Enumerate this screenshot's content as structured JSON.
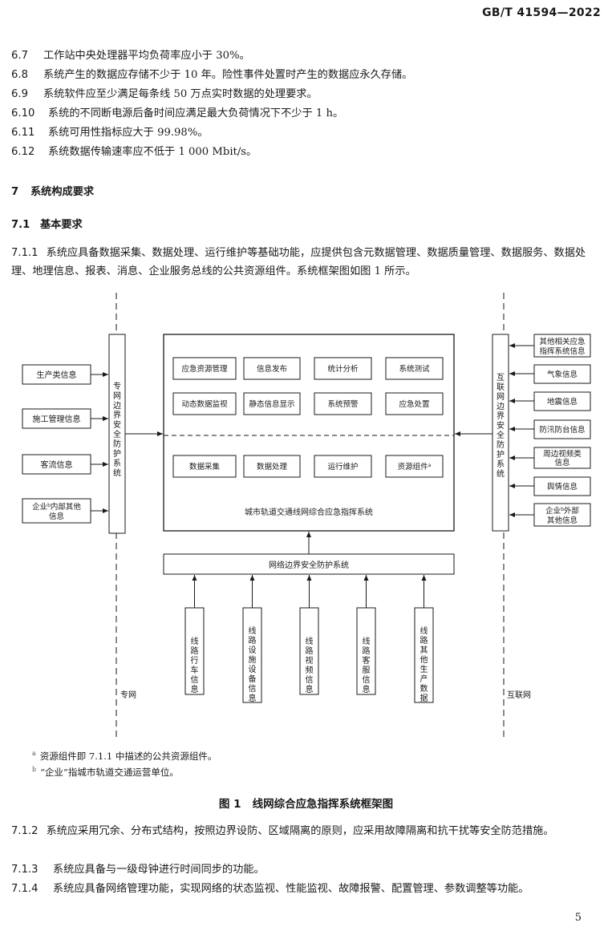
{
  "header": {
    "standard_code": "GB/T 41594—2022"
  },
  "clauses_top": [
    {
      "num": "6.7",
      "text": "工作站中央处理器平均负荷率应小于 30%。"
    },
    {
      "num": "6.8",
      "text": "系统产生的数据应存储不少于 10 年。险性事件处置时产生的数据应永久存储。"
    },
    {
      "num": "6.9",
      "text": "系统软件应至少满足每条线 50 万点实时数据的处理要求。"
    },
    {
      "num": "6.10",
      "text": "系统的不同断电源后备时间应满足最大负荷情况下不少于 1 h。"
    },
    {
      "num": "6.11",
      "text": "系统可用性指标应大于 99.98%。"
    },
    {
      "num": "6.12",
      "text": "系统数据传输速率应不低于 1 000 Mbit/s。"
    }
  ],
  "section7": {
    "num": "7",
    "title": "系统构成要求"
  },
  "section71": {
    "num": "7.1",
    "title": "基本要求"
  },
  "clause_711": {
    "num": "7.1.1",
    "text": "系统应具备数据采集、数据处理、运行维护等基础功能，应提供包含元数据管理、数据质量管理、数据服务、数据处理、地理信息、报表、消息、企业服务总线的公共资源组件。系统框架图如图 1 所示。"
  },
  "figure": {
    "left_inputs": [
      "生产类信息",
      "施工管理信息",
      "客流信息",
      "企业",
      "内部其他",
      "信息"
    ],
    "left_input_sup": "b",
    "left_gateway": [
      "专",
      "网",
      "边",
      "界",
      "安",
      "全",
      "防",
      "护",
      "系",
      "统"
    ],
    "right_gateway": [
      "互",
      "联",
      "网",
      "边",
      "界",
      "安",
      "全",
      "防",
      "护",
      "系",
      "统"
    ],
    "right_inputs": [
      [
        "其他相关应急",
        "指挥系统信息"
      ],
      [
        "气象信息"
      ],
      [
        "地震信息"
      ],
      [
        "防汛防台信息"
      ],
      [
        "周边视频类",
        "信息"
      ],
      [
        "舆情信息"
      ],
      [
        "企业",
        "外部",
        "其他信息"
      ]
    ],
    "right_input_sup": "b",
    "center_upper_modules": [
      "应急资源管理",
      "信息发布",
      "统计分析",
      "系统测试",
      "动态数据监视",
      "静态信息显示",
      "系统预警",
      "应急处置"
    ],
    "center_lower_modules": [
      "数据采集",
      "数据处理",
      "运行维护",
      "资源组件"
    ],
    "resource_sup": "a",
    "center_title": "城市轨道交通线网综合应急指挥系统",
    "bottom_gateway": "网络边界安全防护系统",
    "bottom_sources": [
      [
        "线",
        "路",
        "行",
        "车",
        "信",
        "息"
      ],
      [
        "线",
        "路",
        "设",
        "施",
        "设",
        "备",
        "信",
        "息"
      ],
      [
        "线",
        "路",
        "视",
        "频",
        "信",
        "息"
      ],
      [
        "线",
        "路",
        "客",
        "服",
        "信",
        "息"
      ],
      [
        "线",
        "路",
        "其",
        "他",
        "生",
        "产",
        "数",
        "据"
      ]
    ],
    "label_private_net": "专网",
    "label_internet": "互联网",
    "notes": [
      {
        "sup": "a",
        "text": "资源组件即 7.1.1 中描述的公共资源组件。"
      },
      {
        "sup": "b",
        "text": "“企业”指城市轨道交通运营单位。"
      }
    ],
    "caption": "图 1   线网综合应急指挥系统框架图"
  },
  "clauses_bottom": [
    {
      "num": "7.1.2",
      "text": "系统应采用冗余、分布式结构，按照边界设防、区域隔离的原则，应采用故障隔离和抗干扰等安全防范措施。"
    },
    {
      "num": "7.1.3",
      "text": "系统应具备与一级母钟进行时间同步的功能。"
    },
    {
      "num": "7.1.4",
      "text": "系统应具备网络管理功能，实现网络的状态监视、性能监视、故障报警、配置管理、参数调整等功能。"
    }
  ],
  "page_number": "5"
}
